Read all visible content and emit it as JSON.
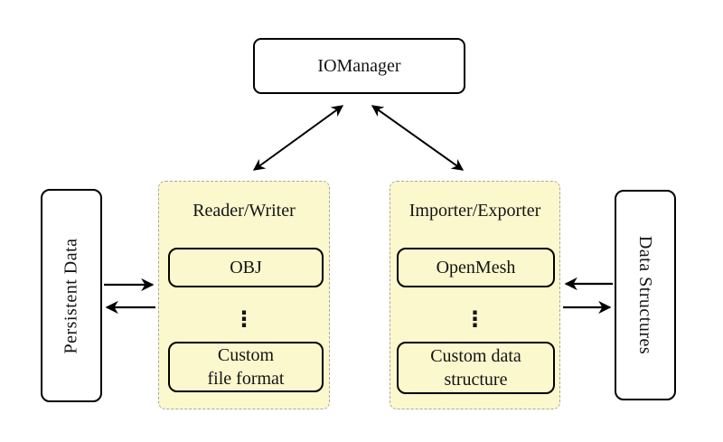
{
  "diagram": {
    "iomanager": {
      "label": "IOManager"
    },
    "persistent_data": {
      "label": "Persistent Data"
    },
    "data_structures": {
      "label": "Data Structures"
    },
    "reader_writer": {
      "title": "Reader/Writer",
      "top_item": "OBJ",
      "dots": "⋮",
      "bottom_item": "Custom\nfile format"
    },
    "importer_exporter": {
      "title": "Importer/Exporter",
      "top_item": "OpenMesh",
      "dots": "⋮",
      "bottom_item": "Custom data\nstructure"
    },
    "colors": {
      "page_bg": "#FFFFFF",
      "group_fill": "#FBF8CD",
      "group_border": "#A8A8A8",
      "node_fill": "#FFFFFF",
      "node_border": "#000000",
      "arrow": "#000000"
    }
  }
}
